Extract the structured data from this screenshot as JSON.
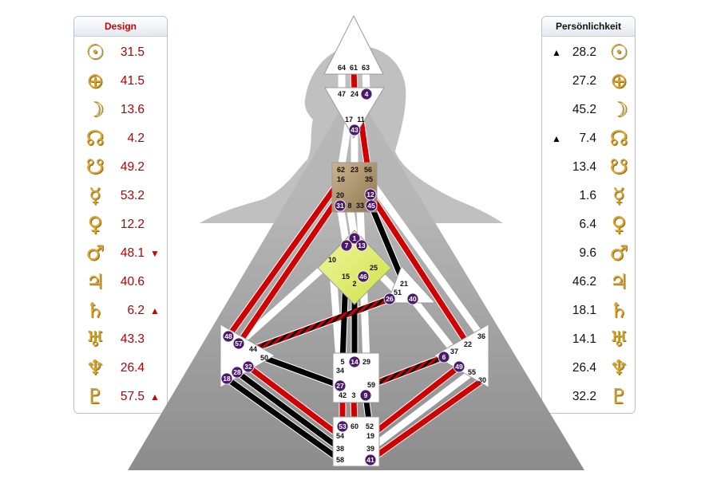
{
  "design": {
    "header": "Design",
    "rows": [
      {
        "planet": "sun-icon",
        "glyph": "☉",
        "value": "31.5",
        "mark": ""
      },
      {
        "planet": "earth-icon",
        "glyph": "⊕",
        "value": "41.5",
        "mark": ""
      },
      {
        "planet": "moon-icon",
        "glyph": "☽",
        "value": "13.6",
        "mark": ""
      },
      {
        "planet": "north-node-icon",
        "glyph": "☊",
        "value": "4.2",
        "mark": ""
      },
      {
        "planet": "south-node-icon",
        "glyph": "☋",
        "value": "49.2",
        "mark": ""
      },
      {
        "planet": "mercury-icon",
        "glyph": "☿",
        "value": "53.2",
        "mark": ""
      },
      {
        "planet": "venus-icon",
        "glyph": "♀",
        "value": "12.2",
        "mark": ""
      },
      {
        "planet": "mars-icon",
        "glyph": "♂",
        "value": "48.1",
        "mark": "▼"
      },
      {
        "planet": "jupiter-icon",
        "glyph": "♃",
        "value": "40.6",
        "mark": ""
      },
      {
        "planet": "saturn-icon",
        "glyph": "♄",
        "value": "6.2",
        "mark": "▲"
      },
      {
        "planet": "uranus-icon",
        "glyph": "♅",
        "value": "43.3",
        "mark": ""
      },
      {
        "planet": "neptune-icon",
        "glyph": "♆",
        "value": "26.4",
        "mark": ""
      },
      {
        "planet": "pluto-icon",
        "glyph": "♇",
        "value": "57.5",
        "mark": "▲"
      }
    ]
  },
  "personality": {
    "header": "Persönlichkeit",
    "rows": [
      {
        "planet": "sun-icon",
        "glyph": "☉",
        "value": "28.2",
        "mark": "▲"
      },
      {
        "planet": "earth-icon",
        "glyph": "⊕",
        "value": "27.2",
        "mark": ""
      },
      {
        "planet": "moon-icon",
        "glyph": "☽",
        "value": "45.2",
        "mark": ""
      },
      {
        "planet": "north-node-icon",
        "glyph": "☊",
        "value": "7.4",
        "mark": "▲"
      },
      {
        "planet": "south-node-icon",
        "glyph": "☋",
        "value": "13.4",
        "mark": ""
      },
      {
        "planet": "mercury-icon",
        "glyph": "☿",
        "value": "1.6",
        "mark": ""
      },
      {
        "planet": "venus-icon",
        "glyph": "♀",
        "value": "6.4",
        "mark": ""
      },
      {
        "planet": "mars-icon",
        "glyph": "♂",
        "value": "9.6",
        "mark": ""
      },
      {
        "planet": "jupiter-icon",
        "glyph": "♃",
        "value": "46.2",
        "mark": ""
      },
      {
        "planet": "saturn-icon",
        "glyph": "♄",
        "value": "18.1",
        "mark": ""
      },
      {
        "planet": "uranus-icon",
        "glyph": "♅",
        "value": "14.1",
        "mark": ""
      },
      {
        "planet": "neptune-icon",
        "glyph": "♆",
        "value": "26.4",
        "mark": ""
      },
      {
        "planet": "pluto-icon",
        "glyph": "♇",
        "value": "32.2",
        "mark": ""
      }
    ]
  },
  "colors": {
    "design_red": "#d00000",
    "personality_black": "#000000",
    "gate_active": "#4b1a6e",
    "planet_gold": "#d9a531",
    "g_center_yellow": "#e7f27a",
    "ajna_brown": "#b39a76"
  },
  "bodygraph": {
    "centers": {
      "head": {
        "gates": [
          "64",
          "61",
          "63"
        ],
        "active": []
      },
      "ajna": {
        "gates": [
          "47",
          "24",
          "4",
          "17",
          "11",
          "43"
        ],
        "active": [
          "4",
          "43"
        ]
      },
      "throat": {
        "gates": [
          "62",
          "23",
          "56",
          "16",
          "35",
          "20",
          "12",
          "31",
          "8",
          "33",
          "45"
        ],
        "active": [
          "12",
          "31",
          "45"
        ]
      },
      "g": {
        "gates": [
          "1",
          "7",
          "13",
          "10",
          "25",
          "15",
          "46",
          "2"
        ],
        "active": [
          "1",
          "7",
          "13",
          "46"
        ]
      },
      "ego": {
        "gates": [
          "21",
          "51",
          "26",
          "40"
        ],
        "active": [
          "26",
          "40"
        ]
      },
      "spleen": {
        "gates": [
          "48",
          "57",
          "44",
          "50",
          "32",
          "28",
          "18"
        ],
        "active": [
          "48",
          "57",
          "32",
          "28",
          "18"
        ]
      },
      "sacral": {
        "gates": [
          "5",
          "14",
          "29",
          "34",
          "27",
          "59",
          "42",
          "3",
          "9"
        ],
        "active": [
          "14",
          "27",
          "9"
        ]
      },
      "solar_plexus": {
        "gates": [
          "36",
          "22",
          "37",
          "6",
          "49",
          "55",
          "30"
        ],
        "active": [
          "6",
          "49"
        ]
      },
      "root": {
        "gates": [
          "53",
          "60",
          "52",
          "54",
          "19",
          "38",
          "39",
          "58",
          "41"
        ],
        "active": [
          "53",
          "41"
        ]
      }
    },
    "channels": [
      {
        "from": "61",
        "to": "24",
        "color": "design_red"
      },
      {
        "from": "11",
        "to": "56",
        "color": "design_red"
      },
      {
        "from": "48",
        "to": "16",
        "color": "design_red"
      },
      {
        "from": "57",
        "to": "20",
        "color": "design_red"
      },
      {
        "from": "12",
        "to": "22",
        "color": "design_red"
      },
      {
        "from": "45",
        "to": "21",
        "color": "personality_black"
      },
      {
        "from": "2",
        "to": "14",
        "color": "personality_black"
      },
      {
        "from": "15",
        "to": "5",
        "color": "personality_black"
      },
      {
        "from": "44",
        "to": "26",
        "color": "mixed"
      },
      {
        "from": "6",
        "to": "59",
        "color": "mixed"
      },
      {
        "from": "18",
        "to": "58",
        "color": "personality_black"
      },
      {
        "from": "28",
        "to": "38",
        "color": "personality_black"
      },
      {
        "from": "32",
        "to": "54",
        "color": "design_red"
      },
      {
        "from": "30",
        "to": "41",
        "color": "design_red"
      },
      {
        "from": "49",
        "to": "19",
        "color": "design_red"
      },
      {
        "from": "27",
        "to": "50",
        "color": "personality_black"
      },
      {
        "from": "60",
        "to": "3",
        "color": "design_red"
      },
      {
        "from": "53",
        "to": "42",
        "color": "design_red"
      },
      {
        "from": "52",
        "to": "9",
        "color": "personality_black"
      }
    ]
  }
}
